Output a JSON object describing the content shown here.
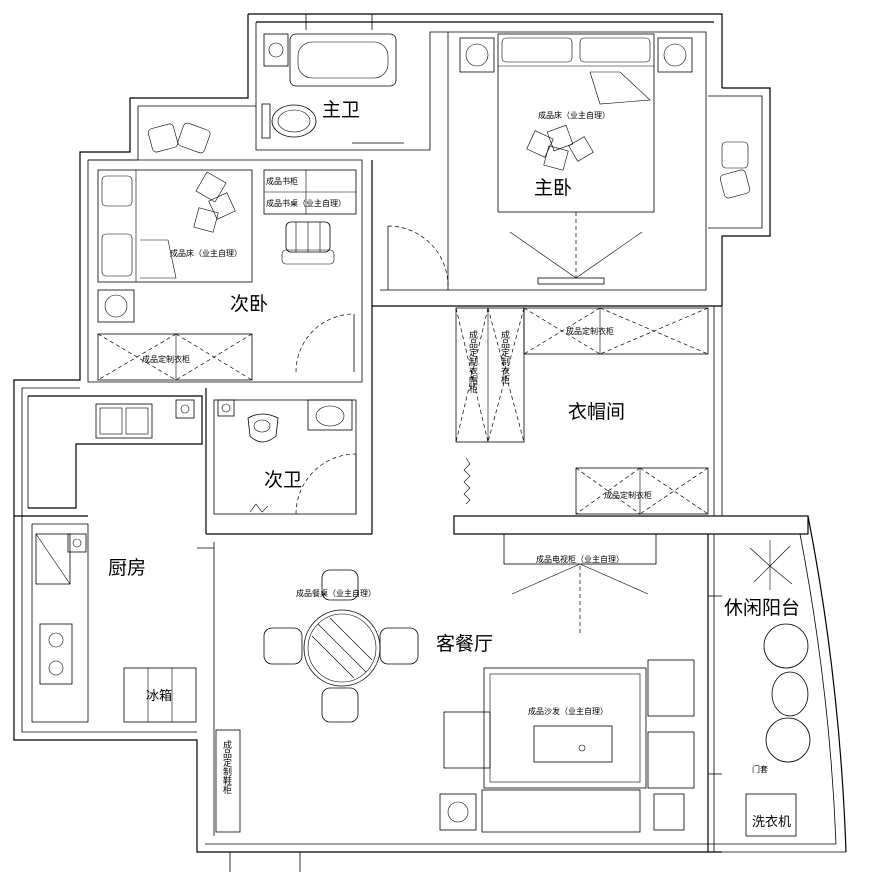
{
  "rooms": {
    "master_bath": "主卫",
    "master_bedroom": "主卧",
    "second_bedroom": "次卧",
    "cloakroom": "衣帽间",
    "second_bath": "次卫",
    "kitchen": "厨房",
    "living_dining": "客餐厅",
    "leisure_balcony": "休闲阳台"
  },
  "furniture": {
    "master_bed": "成品床（业主自理）",
    "second_bed": "成品床（业主自理）",
    "bookshelf": "成品书柜",
    "desk": "成品书桌（业主自理）",
    "wardrobe_second": "成品定制衣柜",
    "wardrobe_top": "成品定制衣柜",
    "wardrobe_bottom": "成品定制衣柜",
    "wardrobe_vert_1": "成品定制衣帽柜",
    "wardrobe_vert_2": "成品定制衣柜",
    "tv_cabinet": "成品电视柜（业主自理）",
    "dining_table": "成品餐桌（业主自理）",
    "sofa": "成品沙发（业主自理）",
    "fridge": "冰箱",
    "shoe_cabinet": "成品定制鞋柜",
    "washer": "洗衣机",
    "door_tag": "门套"
  }
}
